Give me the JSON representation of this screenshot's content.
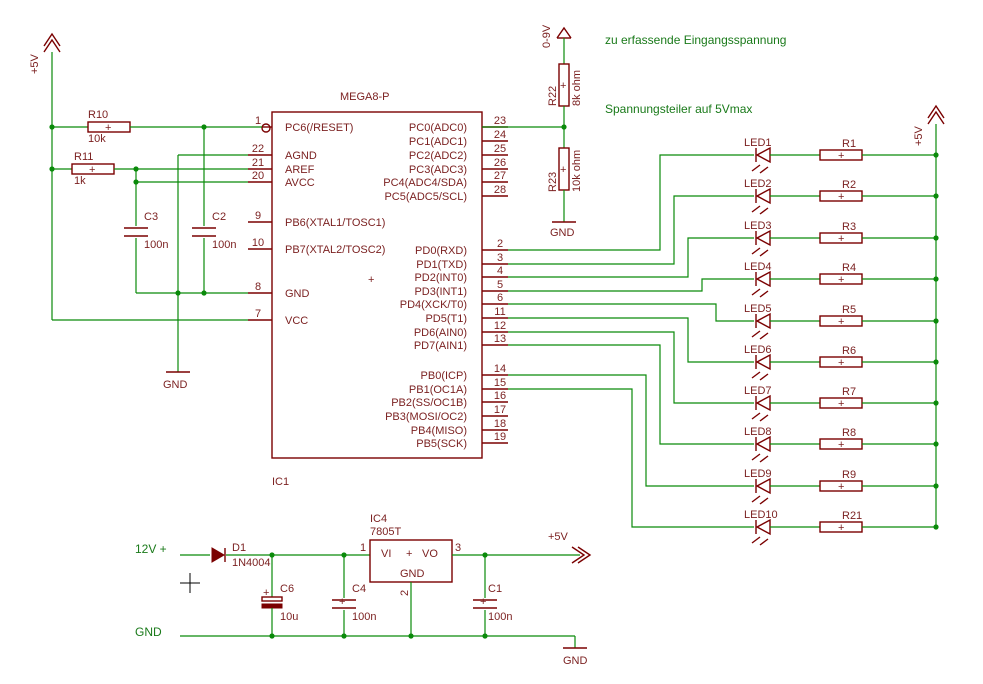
{
  "ic1": {
    "name": "IC1",
    "type": "MEGA8-P",
    "left_pins": [
      {
        "num": "1",
        "name": "PC6(/RESET)"
      },
      {
        "num": "22",
        "name": "AGND"
      },
      {
        "num": "21",
        "name": "AREF"
      },
      {
        "num": "20",
        "name": "AVCC"
      },
      {
        "num": "9",
        "name": "PB6(XTAL1/TOSC1)"
      },
      {
        "num": "10",
        "name": "PB7(XTAL2/TOSC2)"
      },
      {
        "num": "8",
        "name": "GND"
      },
      {
        "num": "7",
        "name": "VCC"
      }
    ],
    "right_pins": [
      {
        "num": "23",
        "name": "PC0(ADC0)"
      },
      {
        "num": "24",
        "name": "PC1(ADC1)"
      },
      {
        "num": "25",
        "name": "PC2(ADC2)"
      },
      {
        "num": "26",
        "name": "PC3(ADC3)"
      },
      {
        "num": "27",
        "name": "PC4(ADC4/SDA)"
      },
      {
        "num": "28",
        "name": "PC5(ADC5/SCL)"
      },
      {
        "num": "2",
        "name": "PD0(RXD)"
      },
      {
        "num": "3",
        "name": "PD1(TXD)"
      },
      {
        "num": "4",
        "name": "PD2(INT0)"
      },
      {
        "num": "5",
        "name": "PD3(INT1)"
      },
      {
        "num": "6",
        "name": "PD4(XCK/T0)"
      },
      {
        "num": "11",
        "name": "PD5(T1)"
      },
      {
        "num": "12",
        "name": "PD6(AIN0)"
      },
      {
        "num": "13",
        "name": "PD7(AIN1)"
      },
      {
        "num": "14",
        "name": "PB0(ICP)"
      },
      {
        "num": "15",
        "name": "PB1(OC1A)"
      },
      {
        "num": "16",
        "name": "PB2(SS/OC1B)"
      },
      {
        "num": "17",
        "name": "PB3(MOSI/OC2)"
      },
      {
        "num": "18",
        "name": "PB4(MISO)"
      },
      {
        "num": "19",
        "name": "PB5(SCK)"
      }
    ]
  },
  "leds": [
    {
      "led": "LED1",
      "res": "R1"
    },
    {
      "led": "LED2",
      "res": "R2"
    },
    {
      "led": "LED3",
      "res": "R3"
    },
    {
      "led": "LED4",
      "res": "R4"
    },
    {
      "led": "LED5",
      "res": "R5"
    },
    {
      "led": "LED6",
      "res": "R6"
    },
    {
      "led": "LED7",
      "res": "R7"
    },
    {
      "led": "LED8",
      "res": "R8"
    },
    {
      "led": "LED9",
      "res": "R9"
    },
    {
      "led": "LED10",
      "res": "R21"
    }
  ],
  "labels": {
    "supply_left": "+5V",
    "supply_right": "+5V",
    "supply_reg_out": "+5V",
    "input_range": "0-9V",
    "note_input": "zu erfassende Eingangsspannung",
    "note_divider": "Spannungsteiler auf 5Vmax",
    "gnd": "GND",
    "in_12v": "12V +",
    "in_gnd": "GND"
  },
  "components": {
    "r10": {
      "name": "R10",
      "value": "10k"
    },
    "r11": {
      "name": "R11",
      "value": "1k"
    },
    "c2": {
      "name": "C2",
      "value": "100n"
    },
    "c3": {
      "name": "C3",
      "value": "100n"
    },
    "r22": {
      "name": "R22",
      "value": "8k ohm"
    },
    "r23": {
      "name": "R23",
      "value": "10k ohm"
    },
    "ic4": {
      "name": "IC4",
      "type": "7805T",
      "vi": "VI",
      "vo": "VO",
      "gnd": "GND",
      "pin1": "1",
      "pin2": "2",
      "pin3": "3"
    },
    "d1": {
      "name": "D1",
      "type": "1N4004"
    },
    "c6": {
      "name": "C6",
      "value": "10u"
    },
    "c4": {
      "name": "C4",
      "value": "100n"
    },
    "c1": {
      "name": "C1",
      "value": "100n"
    }
  }
}
